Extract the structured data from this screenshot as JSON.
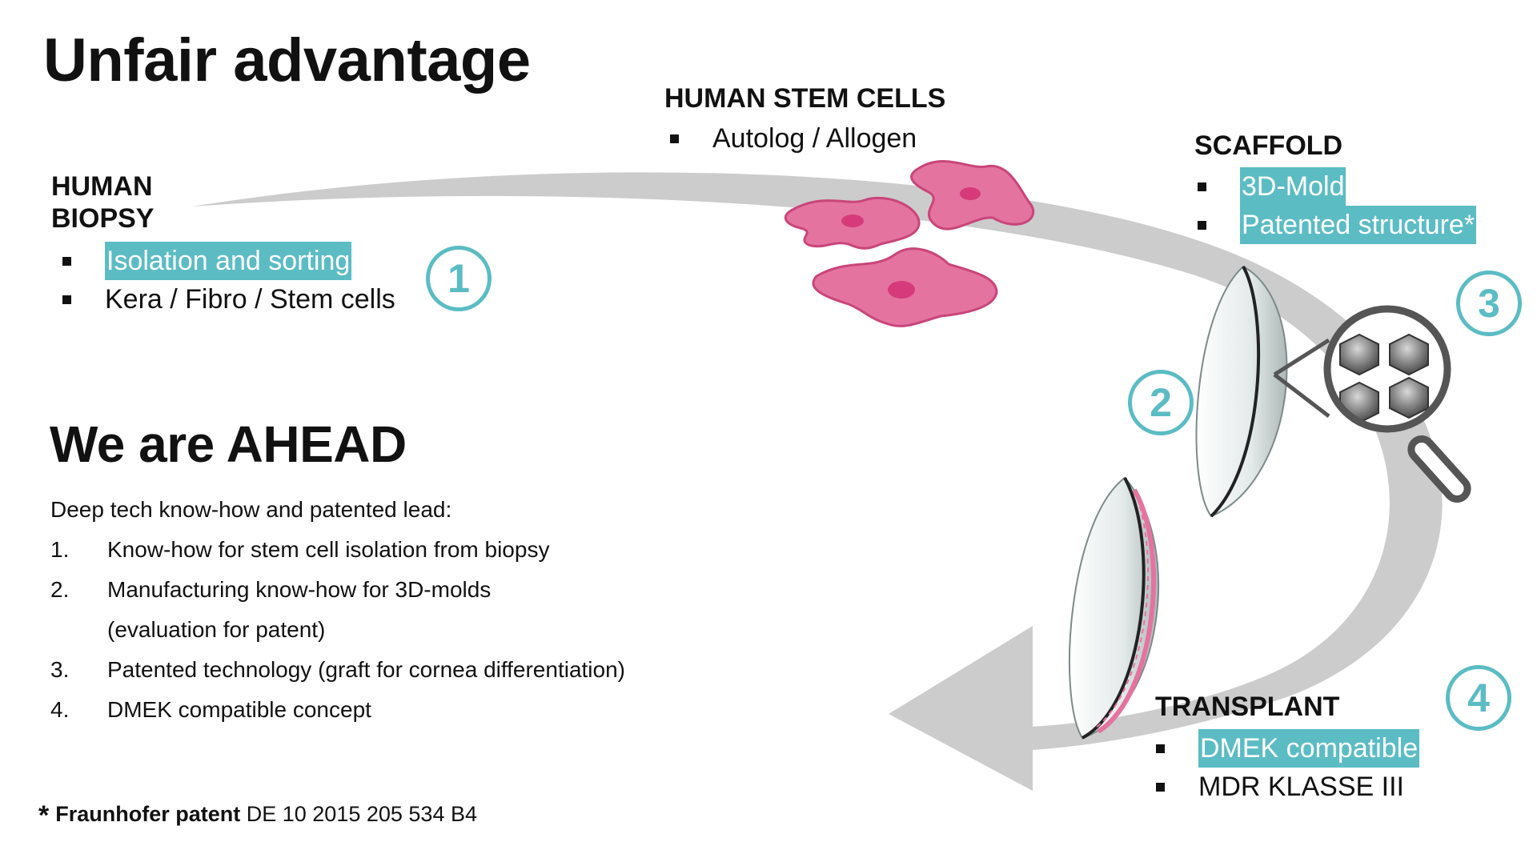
{
  "title": "Unfair advantage",
  "biopsy": {
    "heading_line1": "HUMAN",
    "heading_line2": "BIOPSY",
    "items": [
      "Isolation and sorting",
      "Kera / Fibro / Stem cells"
    ],
    "step": "1"
  },
  "stem_cells": {
    "heading": "HUMAN STEM CELLS",
    "items": [
      "Autolog / Allogen"
    ]
  },
  "scaffold": {
    "heading": "SCAFFOLD",
    "items": [
      "3D-Mold",
      "Patented structure*"
    ],
    "step_lens": "2",
    "step_zoom": "3"
  },
  "transplant": {
    "heading": "TRANSPLANT",
    "items": [
      "DMEK compatible",
      "MDR KLASSE III"
    ],
    "step": "4"
  },
  "ahead": {
    "heading": "We are AHEAD",
    "intro": "Deep tech know-how and patented lead:",
    "list": [
      {
        "num": "1.",
        "text": "Know-how for stem cell isolation from biopsy"
      },
      {
        "num": "2.",
        "text": "Manufacturing know-how for 3D-molds"
      },
      {
        "num": "",
        "text": "(evaluation for patent)"
      },
      {
        "num": "3.",
        "text": "Patented technology (graft for cornea differentiation)"
      },
      {
        "num": "4.",
        "text": "DMEK compatible concept"
      }
    ]
  },
  "footnote": {
    "star": "*",
    "bold": "Fraunhofer patent",
    "rest": " DE 10 2015 205 534 B4"
  },
  "colors": {
    "accent": "#5bbcc4",
    "cell_pink": "#e4739f",
    "cell_nucleus": "#d63a7a",
    "arrow_grey": "#cccccc",
    "magnifier_grey": "#555555"
  }
}
